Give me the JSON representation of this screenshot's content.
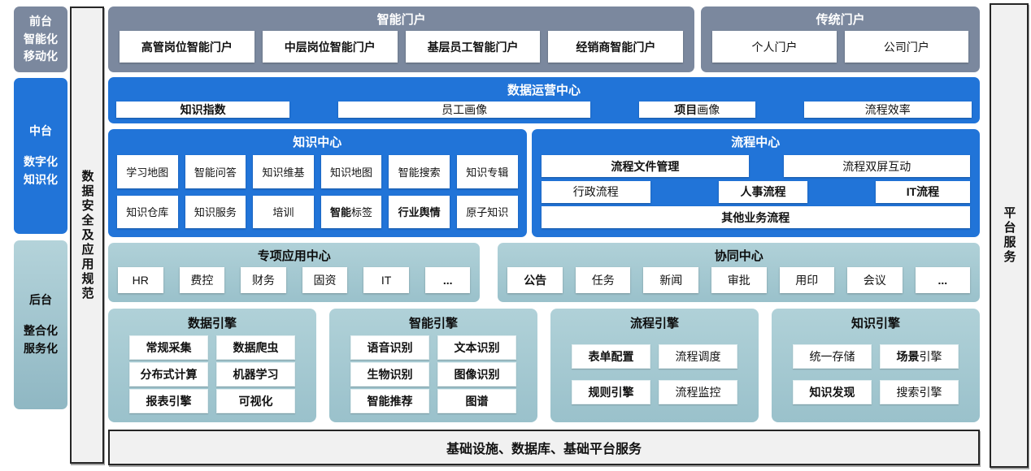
{
  "colors": {
    "blue": "#2174d8",
    "gray_blue": "#7b889e",
    "teal": "#a9ccd3",
    "panel_bg": "#f1f1f1"
  },
  "left_rail": {
    "front": {
      "line1": "前台",
      "line2": "智能化",
      "line3": "移动化"
    },
    "middle": {
      "line1": "中台",
      "line2": "数字化",
      "line3": "知识化"
    },
    "back": {
      "line1": "后台",
      "line2": "整合化",
      "line3": "服务化"
    }
  },
  "security_bar": {
    "label": "数据安全及应用规范"
  },
  "platform_bar": {
    "label": "平台服务"
  },
  "smart_portal": {
    "title": "智能门户",
    "items": [
      {
        "b": "高管岗位智能门户",
        "r": ""
      },
      {
        "b": "中层岗位智能门户",
        "r": ""
      },
      {
        "b": "基层员工智能门户",
        "r": ""
      },
      {
        "b": "经销商智能门户",
        "r": ""
      }
    ]
  },
  "traditional_portal": {
    "title": "传统门户",
    "items": [
      {
        "b": "",
        "r": "个人门户"
      },
      {
        "b": "",
        "r": "公司门户"
      }
    ]
  },
  "data_ops": {
    "title": "数据运营中心",
    "items": [
      {
        "b": "知识指数",
        "r": ""
      },
      {
        "b": "",
        "r": "员工画像"
      },
      {
        "b": "项目",
        "r": "画像"
      },
      {
        "b": "",
        "r": "流程效率"
      }
    ]
  },
  "knowledge_center": {
    "title": "知识中心",
    "items": [
      {
        "b": "",
        "r": "学习地图"
      },
      {
        "b": "",
        "r": "智能问答"
      },
      {
        "b": "",
        "r": "知识维基"
      },
      {
        "b": "",
        "r": "知识地图"
      },
      {
        "b": "",
        "r": "智能搜索"
      },
      {
        "b": "",
        "r": "知识专辑"
      },
      {
        "b": "",
        "r": "知识仓库"
      },
      {
        "b": "",
        "r": "知识服务"
      },
      {
        "b": "",
        "r": "培训"
      },
      {
        "b": "智能",
        "r": "标签"
      },
      {
        "b": "行业舆情",
        "r": ""
      },
      {
        "b": "",
        "r": "原子知识"
      }
    ]
  },
  "process_center": {
    "title": "流程中心",
    "row1": [
      {
        "b": "流程文件管理",
        "r": ""
      },
      {
        "b": "",
        "r": "流程双屏互动"
      }
    ],
    "row2": [
      {
        "b": "",
        "r": "行政流程"
      },
      {
        "b": "人事流程",
        "r": ""
      },
      {
        "b": "IT流程",
        "r": ""
      }
    ],
    "row3": [
      {
        "b": "其他业务流程",
        "r": ""
      }
    ]
  },
  "special_apps": {
    "title": "专项应用中心",
    "items": [
      {
        "b": "",
        "r": "HR"
      },
      {
        "b": "",
        "r": "费控"
      },
      {
        "b": "",
        "r": "财务"
      },
      {
        "b": "",
        "r": "固资"
      },
      {
        "b": "",
        "r": "IT"
      },
      {
        "b": "...",
        "r": ""
      }
    ]
  },
  "collab_center": {
    "title": "协同中心",
    "items": [
      {
        "b": "公告",
        "r": ""
      },
      {
        "b": "",
        "r": "任务"
      },
      {
        "b": "",
        "r": "新闻"
      },
      {
        "b": "",
        "r": "审批"
      },
      {
        "b": "",
        "r": "用印"
      },
      {
        "b": "",
        "r": "会议"
      },
      {
        "b": "...",
        "r": ""
      }
    ]
  },
  "engines": [
    {
      "title": "数据引擎",
      "items": [
        {
          "b": "常规采集",
          "r": ""
        },
        {
          "b": "数据爬虫",
          "r": ""
        },
        {
          "b": "分布式计算",
          "r": ""
        },
        {
          "b": "机器学习",
          "r": ""
        },
        {
          "b": "报表引擎",
          "r": ""
        },
        {
          "b": "可视化",
          "r": ""
        }
      ]
    },
    {
      "title": "智能引擎",
      "items": [
        {
          "b": "语音识别",
          "r": ""
        },
        {
          "b": "文本识别",
          "r": ""
        },
        {
          "b": "生物识别",
          "r": ""
        },
        {
          "b": "图像识别",
          "r": ""
        },
        {
          "b": "智能推荐",
          "r": ""
        },
        {
          "b": "图谱",
          "r": ""
        }
      ]
    },
    {
      "title": "流程引擎",
      "items": [
        {
          "b": "表单配置",
          "r": ""
        },
        {
          "b": "",
          "r": "流程调度"
        },
        {
          "b": "规则引擎",
          "r": ""
        },
        {
          "b": "",
          "r": "流程监控"
        }
      ]
    },
    {
      "title": "知识引擎",
      "items": [
        {
          "b": "",
          "r": "统一存储"
        },
        {
          "b": "场景",
          "r": "引擎"
        },
        {
          "b": "知识发现",
          "r": ""
        },
        {
          "b": "",
          "r": "搜索引擎"
        }
      ]
    }
  ],
  "foundation_bar": {
    "label": "基础设施、数据库、基础平台服务"
  }
}
